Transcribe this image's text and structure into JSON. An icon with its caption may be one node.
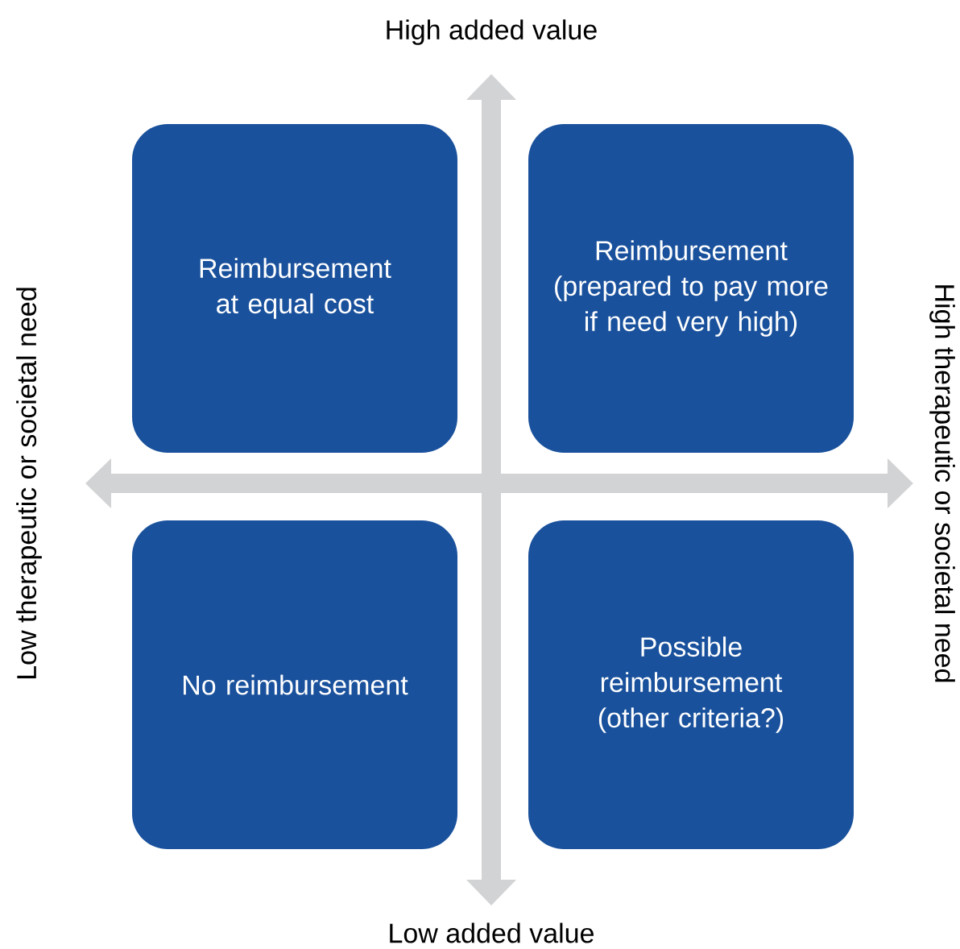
{
  "diagram": {
    "nodes": [
      {
        "text": [
          "Reimbursement at equal cost"
        ]
      },
      {
        "text": [
          "Reimbursement (prepared to pay more if need very high)"
        ]
      },
      {
        "text": [
          "No reimbursement"
        ]
      },
      {
        "text": [
          "Possible reimbursement (other criteria?)"
        ]
      }
    ],
    "labels": [
      "High added value",
      "Low therapeutic or societal need",
      "High therapeutic or societal need",
      "Low added value"
    ]
  }
}
